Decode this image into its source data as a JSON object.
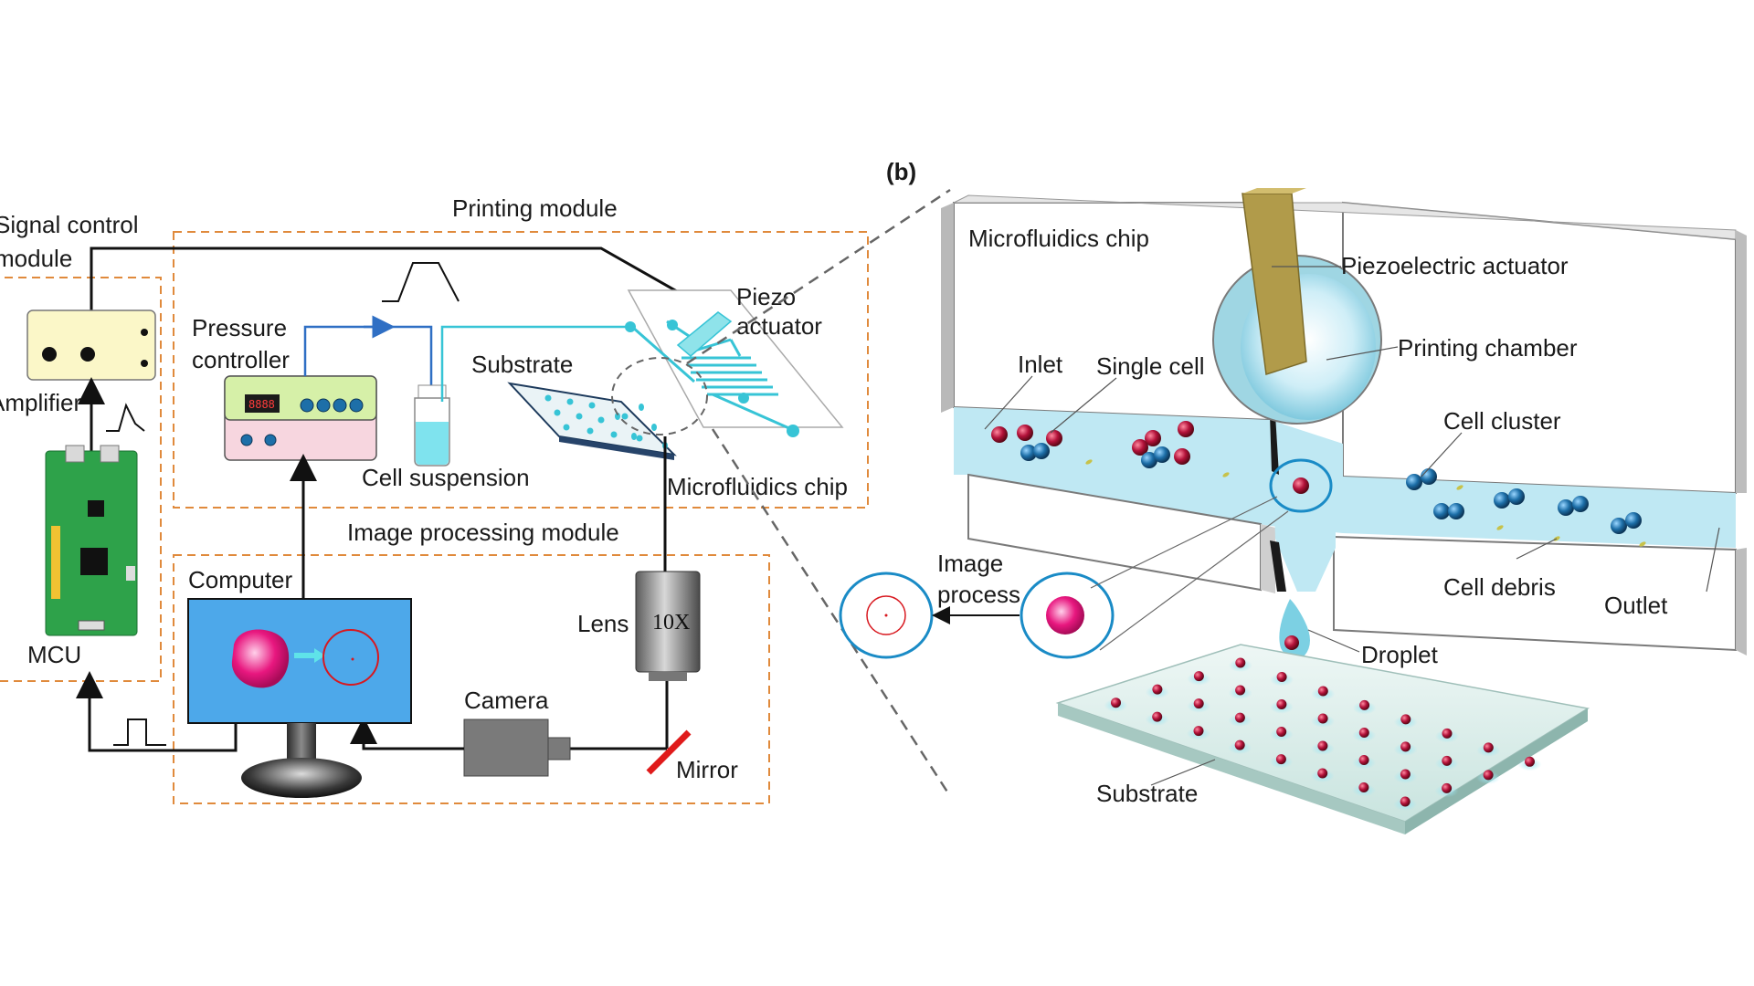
{
  "panel_a": {
    "labels": {
      "signal_control_1": "Signal control",
      "signal_control_2": "module",
      "printing_module": "Printing module",
      "image_processing_module": "Image processing module",
      "amplifier": "Amplifier",
      "mcu": "MCU",
      "pressure_controller_1": "Pressure",
      "pressure_controller_2": "controller",
      "cell_suspension": "Cell suspension",
      "substrate": "Substrate",
      "piezo_1": "Piezo",
      "piezo_2": "actuator",
      "microfluidics_chip": "Microfluidics chip",
      "computer": "Computer",
      "lens": "Lens",
      "lens_mag": "10X",
      "camera": "Camera",
      "mirror": "Mirror",
      "display_digits": "8888"
    }
  },
  "panel_b": {
    "tag": "(b)",
    "labels": {
      "microfluidics_chip": "Microfluidics chip",
      "piezoelectric_actuator": "Piezoelectric actuator",
      "printing_chamber": "Printing chamber",
      "inlet": "Inlet",
      "single_cell": "Single cell",
      "cell_cluster": "Cell cluster",
      "cell_debris": "Cell debris",
      "outlet": "Outlet",
      "image_process_1": "Image",
      "image_process_2": "process",
      "droplet": "Droplet",
      "substrate": "Substrate"
    }
  },
  "colors": {
    "module_border": "#e08a3c",
    "fluid": "#bfe8f3",
    "cyan": "#37c4d6",
    "cell_red": "#b3123a",
    "cell_blue": "#1d6fa8",
    "magenta": "#e8177f",
    "screen": "#4da8ea",
    "wire_blue": "#2f6fc4",
    "actuator_gold": "#b19b4a"
  }
}
